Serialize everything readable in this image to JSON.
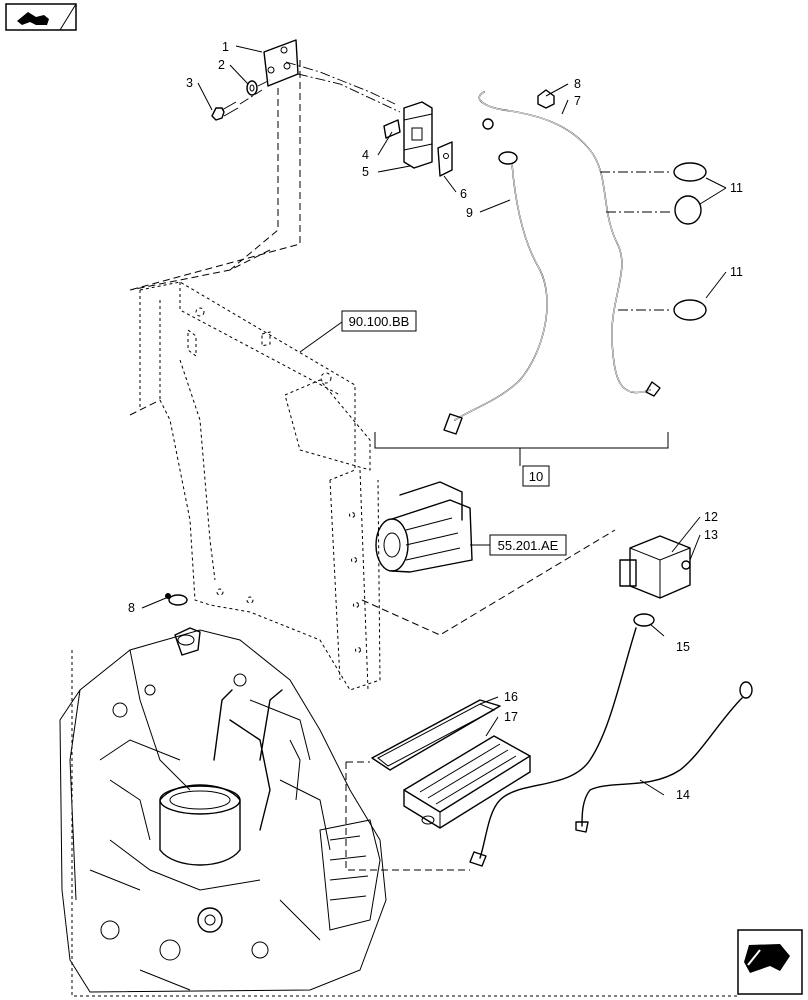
{
  "callouts": {
    "c1": "1",
    "c2": "2",
    "c3": "3",
    "c4": "4",
    "c5": "5",
    "c6": "6",
    "c7": "7",
    "c8a": "8",
    "c8b": "8",
    "c9": "9",
    "c11a": "11",
    "c11b": "11",
    "c12": "12",
    "c13": "13",
    "c14": "14",
    "c15": "15",
    "c16": "16",
    "c17": "17"
  },
  "references": {
    "frame": "90.100.BB",
    "group": "10",
    "starter": "55.201.AE"
  },
  "icons": {
    "top_left": "previous-page-icon",
    "bottom_right": "next-page-icon"
  }
}
